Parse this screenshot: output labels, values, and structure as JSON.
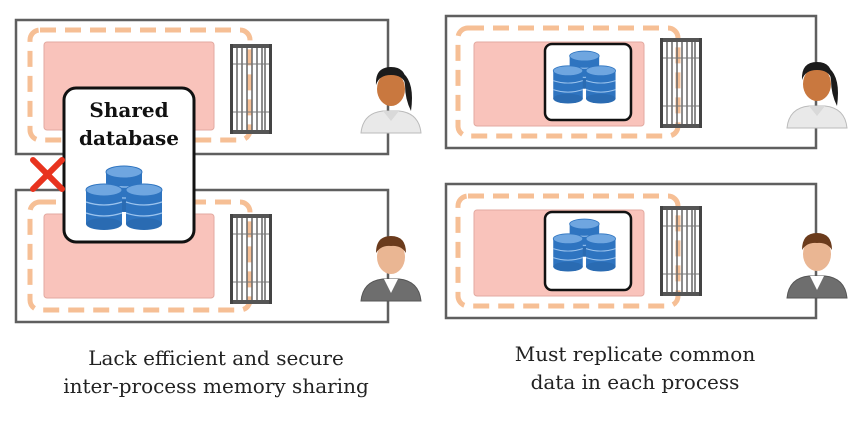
{
  "shared_database": {
    "label_line1": "Shared",
    "label_line2": "database"
  },
  "captions": {
    "left_line1": "Lack efficient and secure",
    "left_line2": "inter-process memory sharing",
    "right_line1": "Must replicate common",
    "right_line2": "data in each process"
  },
  "icons": {
    "gate": "gate-icon",
    "database": "database-icon",
    "user_female": "female-user-icon",
    "user_male": "male-user-icon",
    "blocked": "red-x-icon"
  },
  "colors": {
    "memory_region": "#f9c3bb",
    "process_boundary": "#f6bf95",
    "database_blue": "#2e74c0",
    "blocked_mark": "#e8331e"
  }
}
